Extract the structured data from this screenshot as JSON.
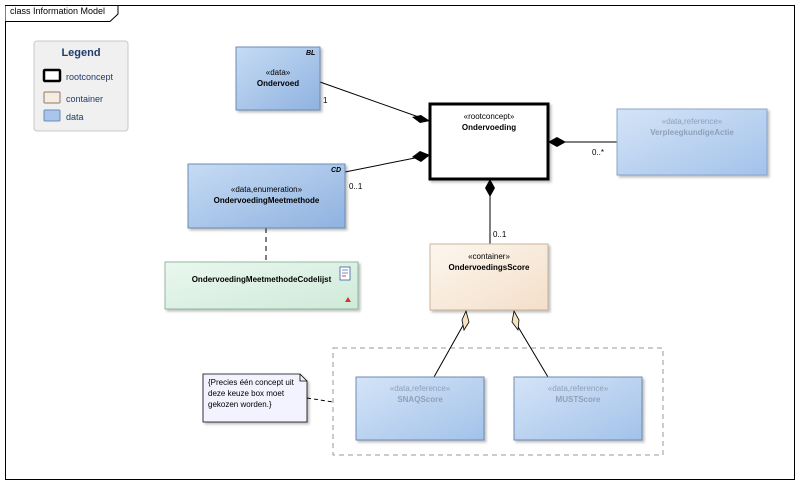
{
  "frame": {
    "title": "class Information Model"
  },
  "legend": {
    "title": "Legend",
    "items": [
      {
        "label": "rootconcept",
        "fill": "#ffffff",
        "stroke": "#000000"
      },
      {
        "label": "container",
        "fill": "#f7ecdf",
        "stroke": "#8a7a6a"
      },
      {
        "label": "data",
        "fill": "#a9c6ea",
        "stroke": "#6d8bb5"
      }
    ]
  },
  "classes": {
    "ondervoed": {
      "stereotype": "«data»",
      "name": "Ondervoed",
      "tag": "BL"
    },
    "ondervoeding": {
      "stereotype": "«rootconcept»",
      "name": "Ondervoeding"
    },
    "verpleegkundigeactie": {
      "stereotype": "«data,reference»",
      "name": "VerpleegkundigeActie"
    },
    "meetmethode": {
      "stereotype": "«data,enumeration»",
      "name": "OndervoedingMeetmethode",
      "tag": "CD"
    },
    "codelijst": {
      "name": "OndervoedingMeetmethodeCodelijst"
    },
    "score": {
      "stereotype": "«container»",
      "name": "OndervoedingsScore"
    },
    "snaq": {
      "stereotype": "«data,reference»",
      "name": "SNAQScore"
    },
    "must": {
      "stereotype": "«data,reference»",
      "name": "MUSTScore"
    }
  },
  "multiplicities": {
    "ondervoed": "1",
    "meetmethode": "0..1",
    "verpleegkundigeactie": "0..*",
    "score": "0..1"
  },
  "note": {
    "lines": [
      "{Precies één concept uit",
      "deze keuze box moet",
      "gekozen worden.}"
    ]
  },
  "colors": {
    "data": "#a9c6ea",
    "data_faded": "#b9d1ef",
    "container": "#fbf0e4",
    "codelist": "#dff1e6",
    "rootconcept": "#ffffff"
  }
}
